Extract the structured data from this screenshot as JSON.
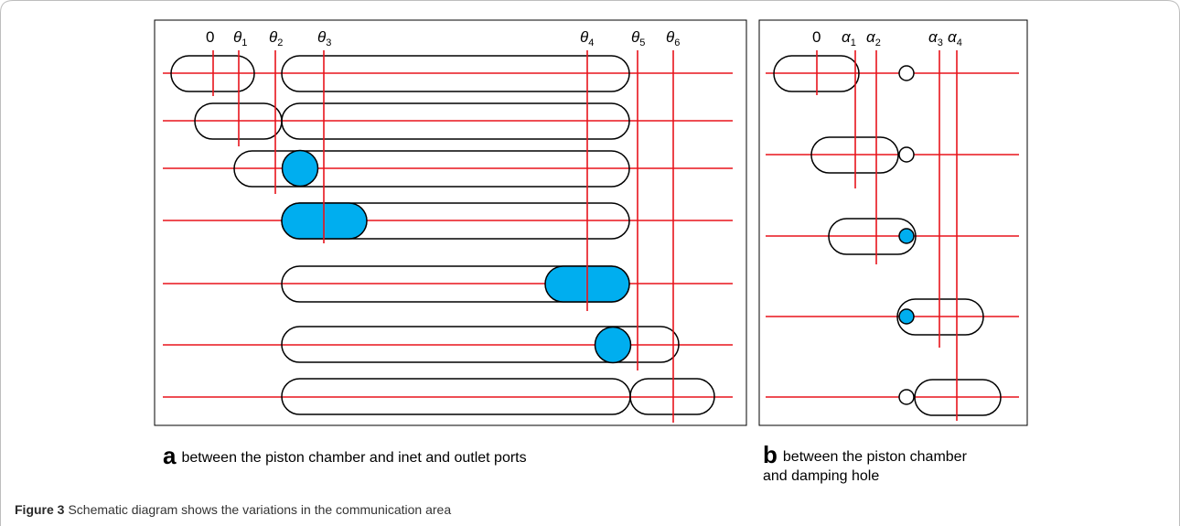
{
  "panel_a": {
    "labels": [
      {
        "main": "0",
        "sub": ""
      },
      {
        "main": "θ",
        "sub": "1"
      },
      {
        "main": "θ",
        "sub": "2"
      },
      {
        "main": "θ",
        "sub": "3"
      },
      {
        "main": "θ",
        "sub": "4"
      },
      {
        "main": "θ",
        "sub": "5"
      },
      {
        "main": "θ",
        "sub": "6"
      }
    ],
    "caption_letter": "a",
    "caption_text": "between the piston chamber and inet and outlet ports"
  },
  "panel_b": {
    "labels": [
      {
        "main": "0",
        "sub": ""
      },
      {
        "main": "α",
        "sub": "1"
      },
      {
        "main": "α",
        "sub": "2"
      },
      {
        "main": "α",
        "sub": "3"
      },
      {
        "main": "α",
        "sub": "4"
      }
    ],
    "caption_letter": "b",
    "caption_line1": "between the piston chamber",
    "caption_line2": "and damping hole"
  },
  "figure": {
    "label": "Figure 3",
    "text": "Schematic diagram shows the variations in the communication area"
  },
  "colors": {
    "line": "#e8141c",
    "fill": "#00aeef",
    "stroke": "#000000",
    "frame": "#bdbdbd"
  }
}
